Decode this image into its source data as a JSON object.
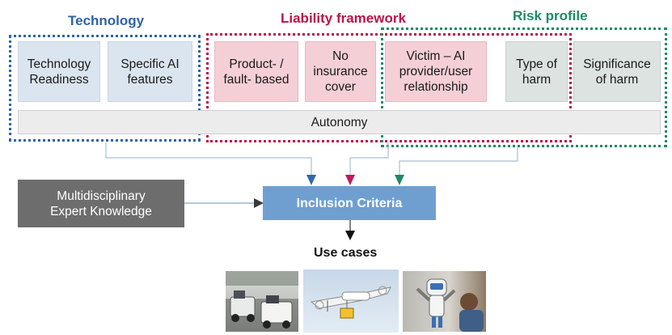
{
  "groups": {
    "technology": {
      "title": "Technology",
      "color": "#2e63a6"
    },
    "liability": {
      "title": "Liability framework",
      "color": "#b8154a"
    },
    "risk": {
      "title": "Risk profile",
      "color": "#1f8a64"
    }
  },
  "boxes": {
    "technology_readiness": "Technology\nReadiness",
    "specific_ai": "Specific AI\nfeatures",
    "product_fault": "Product- /\nfault- based",
    "no_insurance": "No\ninsurance\ncover",
    "victim_relationship": "Victim – AI\nprovider/user\nrelationship",
    "type_of_harm": "Type of\nharm",
    "significance_of_harm": "Significance\nof harm",
    "autonomy": "Autonomy"
  },
  "expert_knowledge": "Multidisciplinary\nExpert Knowledge",
  "inclusion_criteria": "Inclusion Criteria",
  "use_cases_title": "Use cases",
  "use_case_images": [
    "street-sweeper-robots-photo",
    "delivery-drone-photo",
    "humanoid-robot-with-child-photo"
  ],
  "colors": {
    "inclusion_box": "#6f9fd1",
    "expert_box": "#6d6d6d",
    "arrow_technology": "#3366aa",
    "arrow_liability": "#c2185b",
    "arrow_risk": "#1f8a64",
    "connector": "#a9c0d4"
  }
}
